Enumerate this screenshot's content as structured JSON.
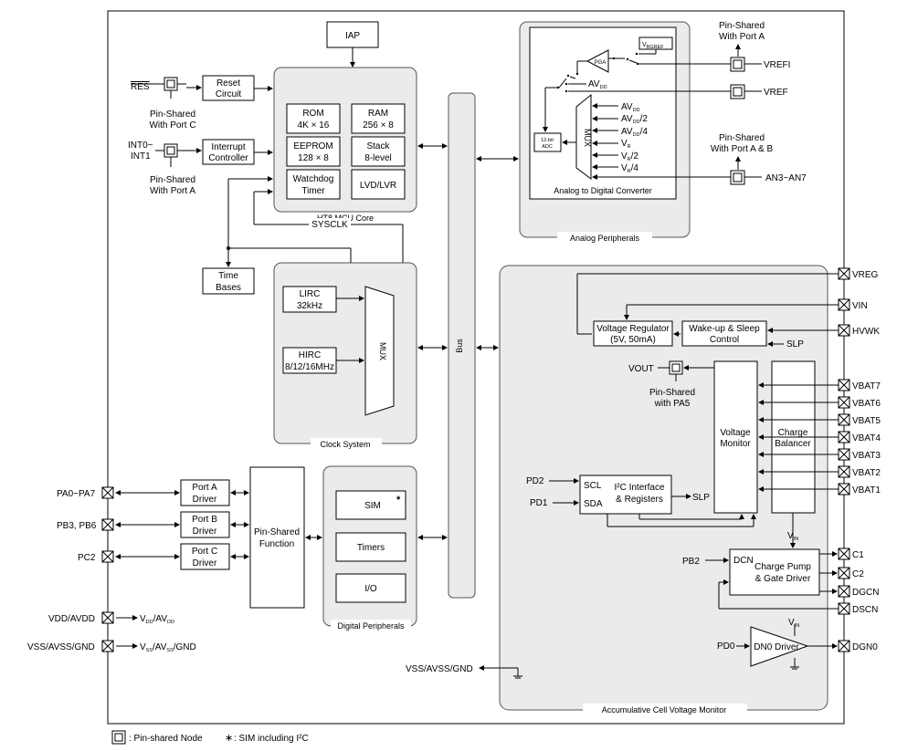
{
  "blocks": {
    "iap": "IAP",
    "reset_circuit": [
      "Reset",
      "Circuit"
    ],
    "interrupt_controller": [
      "Interrupt",
      "Controller"
    ],
    "rom": [
      "ROM",
      "4K × 16"
    ],
    "ram": [
      "RAM",
      "256 × 8"
    ],
    "eeprom": [
      "EEPROM",
      "128 × 8"
    ],
    "stack": [
      "Stack",
      "8-level"
    ],
    "watchdog": [
      "Watchdog",
      "Timer"
    ],
    "lvd": "LVD/LVR",
    "mcu_core": "HT8 MCU Core",
    "sysclk": "SYSCLK",
    "time_bases": [
      "Time",
      "Bases"
    ],
    "lirc": [
      "LIRC",
      "32kHz"
    ],
    "hirc": [
      "HIRC",
      "8/12/16MHz"
    ],
    "clock_mux": "MUX",
    "clock_system": "Clock System",
    "bus": "Bus",
    "port_a_driver": [
      "Port A",
      "Driver"
    ],
    "port_b_driver": [
      "Port B",
      "Driver"
    ],
    "port_c_driver": [
      "Port C",
      "Driver"
    ],
    "pin_shared_function": [
      "Pin-Shared",
      "Function"
    ],
    "sim": "SIM",
    "sim_star": "*",
    "timers": "Timers",
    "io": "I/O",
    "digital_peripherals": "Digital Peripherals",
    "pga": "PGA",
    "vbgref": "V",
    "vbgref_sub": "BGREF",
    "adc_label": [
      "12-bit",
      "ADC"
    ],
    "adc_mux": "MUX",
    "adc_title": "Analog to Digital Converter",
    "analog_peripherals": "Analog Peripherals",
    "voltage_regulator": [
      "Voltage Regulator",
      "(5V, 50mA)"
    ],
    "wakeup_sleep": [
      "Wake-up & Sleep",
      "Control"
    ],
    "voltage_monitor": [
      "Voltage",
      "Monitor"
    ],
    "charge_balancer": [
      "Charge",
      "Balancer"
    ],
    "i2c_scl": "SCL",
    "i2c_sda": "SDA",
    "i2c_title": [
      "I²C Interface",
      "& Registers"
    ],
    "charge_pump": [
      "Charge Pump",
      "& Gate Driver"
    ],
    "dcn": "DCN",
    "dn0_driver": "DN0 Driver",
    "acvm": "Accumulative Cell Voltage Monitor"
  },
  "signals": {
    "res": "RES",
    "res_note": [
      "Pin-Shared",
      "With Port C"
    ],
    "int": [
      "INT0~",
      "INT1"
    ],
    "int_note": [
      "Pin-Shared",
      "With Port A"
    ],
    "vrefi": "VREFI",
    "vref": "VREF",
    "vref_note": [
      "Pin-Shared",
      "With Port A"
    ],
    "an": "AN3~AN7",
    "an_note": [
      "Pin-Shared",
      "With Port A & B"
    ],
    "avdd_mux": "AV",
    "avdd_mux_sub": "DD",
    "adc_inputs": [
      {
        "main": "AV",
        "sub": "DD",
        "suffix": ""
      },
      {
        "main": "AV",
        "sub": "DD",
        "suffix": "/2"
      },
      {
        "main": "AV",
        "sub": "DD",
        "suffix": "/4"
      },
      {
        "main": "V",
        "sub": "R",
        "suffix": ""
      },
      {
        "main": "V",
        "sub": "R",
        "suffix": "/2"
      },
      {
        "main": "V",
        "sub": "R",
        "suffix": "/4"
      }
    ],
    "vreg": "VREG",
    "vin": "VIN",
    "hvwk": "HVWK",
    "slp_in": "SLP",
    "vout": "VOUT",
    "vout_note": [
      "Pin-Shared",
      "with PA5"
    ],
    "vbat": [
      "VBAT7",
      "VBAT6",
      "VBAT5",
      "VBAT4",
      "VBAT3",
      "VBAT2",
      "VBAT1"
    ],
    "pd2": "PD2",
    "pd1": "PD1",
    "slp_out": "SLP",
    "vin_label": "V",
    "vin_label_sub": "IN",
    "pb2": "PB2",
    "c1": "C1",
    "c2": "C2",
    "dgcn": "DGCN",
    "dscn": "DSCN",
    "pd0": "PD0",
    "dgn0": "DGN0",
    "vss_internal": "VSS/AVSS/GND",
    "pa": "PA0~PA7",
    "pb": "PB3, PB6",
    "pc": "PC2",
    "vdd": "VDD/AVDD",
    "vdd_int": {
      "a": "V",
      "a_sub": "DD",
      "b": "/AV",
      "b_sub": "DD"
    },
    "vss": "VSS/AVSS/GND",
    "vss_int": {
      "a": "V",
      "a_sub": "SS",
      "b": "/AV",
      "b_sub": "SS",
      "c": "/GND"
    }
  },
  "legend": {
    "node": ": Pin-shared Node",
    "star": "∗",
    "sim": ": SIM including  I²C"
  }
}
